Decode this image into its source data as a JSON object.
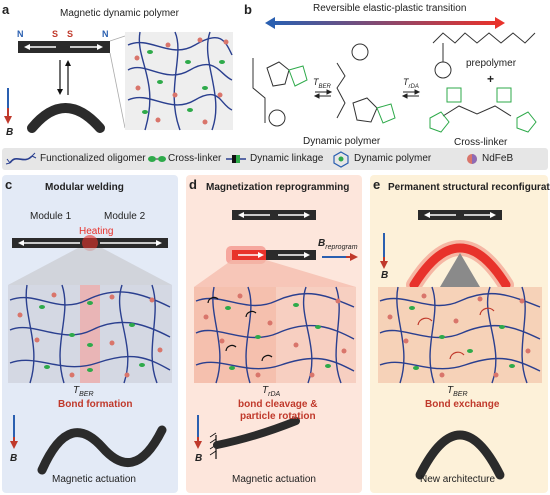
{
  "panel_labels": {
    "a": "a",
    "b": "b",
    "c": "c",
    "d": "d",
    "e": "e"
  },
  "a": {
    "title": "Magnetic dynamic polymer",
    "pole_n_left": "N",
    "pole_s_left": "S",
    "pole_s_right": "S",
    "pole_n_right": "N",
    "field": "B"
  },
  "b": {
    "transition": "Reversible elastic-plastic transition",
    "t_ber": "T",
    "t_ber_sub": "BER",
    "t_rda": "T",
    "t_rda_sub": "rDA",
    "prepolymer": "prepolymer",
    "plus": "+",
    "dynamic_polymer": "Dynamic polymer",
    "cross_linker": "Cross-linker"
  },
  "legend": {
    "oligomer": "Functionalized oligomer",
    "crosslinker": "Cross-linker",
    "linkage": "Dynamic linkage",
    "polymer": "Dynamic polymer",
    "ndfeb": "NdFeB"
  },
  "c": {
    "title": "Modular welding",
    "module1": "Module 1",
    "module2": "Module 2",
    "heating": "Heating",
    "temp": "T",
    "temp_sub": "BER",
    "result": "Bond formation",
    "field": "B",
    "caption": "Magnetic actuation"
  },
  "d": {
    "title": "Magnetization reprogramming",
    "breprogram": "B",
    "breprogram_sub": "reprogram",
    "temp": "T",
    "temp_sub": "rDA",
    "result1": "bond cleavage &",
    "result2": "particle rotation",
    "field": "B",
    "caption": "Magnetic actuation"
  },
  "e": {
    "title": "Permanent structural reconfiguration",
    "field": "B",
    "temp": "T",
    "temp_sub": "BER",
    "result": "Bond exchange",
    "caption": "New architecture"
  },
  "colors": {
    "oligomer": "#2a3f8f",
    "crosslinker": "#2eaa4a",
    "heat": "#e8322b",
    "bar": "#2b2b2b",
    "field": "#c0392b",
    "panel_c": "#e3eaf6",
    "panel_d": "#fde6dc",
    "panel_e": "#fdf1d9"
  }
}
